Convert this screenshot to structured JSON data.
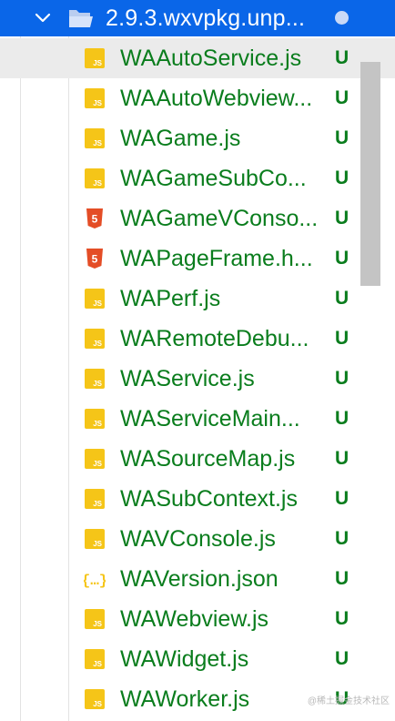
{
  "folder": {
    "name": "2.9.3.wxvpkg.unp...",
    "icon": "folder-open-icon",
    "badge_color": "#c9d9f7"
  },
  "colors": {
    "selection": "#0a66e8",
    "untracked_text": "#0a7d1d",
    "js_icon": "#f5c518",
    "html_icon": "#e44d26",
    "json_icon": "#f5c518"
  },
  "files": [
    {
      "name": "WAAutoService.js",
      "status": "U",
      "icon": "js-file-icon"
    },
    {
      "name": "WAAutoWebview...",
      "status": "U",
      "icon": "js-file-icon"
    },
    {
      "name": "WAGame.js",
      "status": "U",
      "icon": "js-file-icon"
    },
    {
      "name": "WAGameSubCo...",
      "status": "U",
      "icon": "js-file-icon"
    },
    {
      "name": "WAGameVConso...",
      "status": "U",
      "icon": "html-file-icon"
    },
    {
      "name": "WAPageFrame.h...",
      "status": "U",
      "icon": "html-file-icon"
    },
    {
      "name": "WAPerf.js",
      "status": "U",
      "icon": "js-file-icon"
    },
    {
      "name": "WARemoteDebu...",
      "status": "U",
      "icon": "js-file-icon"
    },
    {
      "name": "WAService.js",
      "status": "U",
      "icon": "js-file-icon"
    },
    {
      "name": "WAServiceMain...",
      "status": "U",
      "icon": "js-file-icon"
    },
    {
      "name": "WASourceMap.js",
      "status": "U",
      "icon": "js-file-icon"
    },
    {
      "name": "WASubContext.js",
      "status": "U",
      "icon": "js-file-icon"
    },
    {
      "name": "WAVConsole.js",
      "status": "U",
      "icon": "js-file-icon"
    },
    {
      "name": "WAVersion.json",
      "status": "U",
      "icon": "json-file-icon"
    },
    {
      "name": "WAWebview.js",
      "status": "U",
      "icon": "js-file-icon"
    },
    {
      "name": "WAWidget.js",
      "status": "U",
      "icon": "js-file-icon"
    },
    {
      "name": "WAWorker.js",
      "status": "U",
      "icon": "js-file-icon"
    }
  ],
  "watermark": "@稀土掘金技术社区"
}
